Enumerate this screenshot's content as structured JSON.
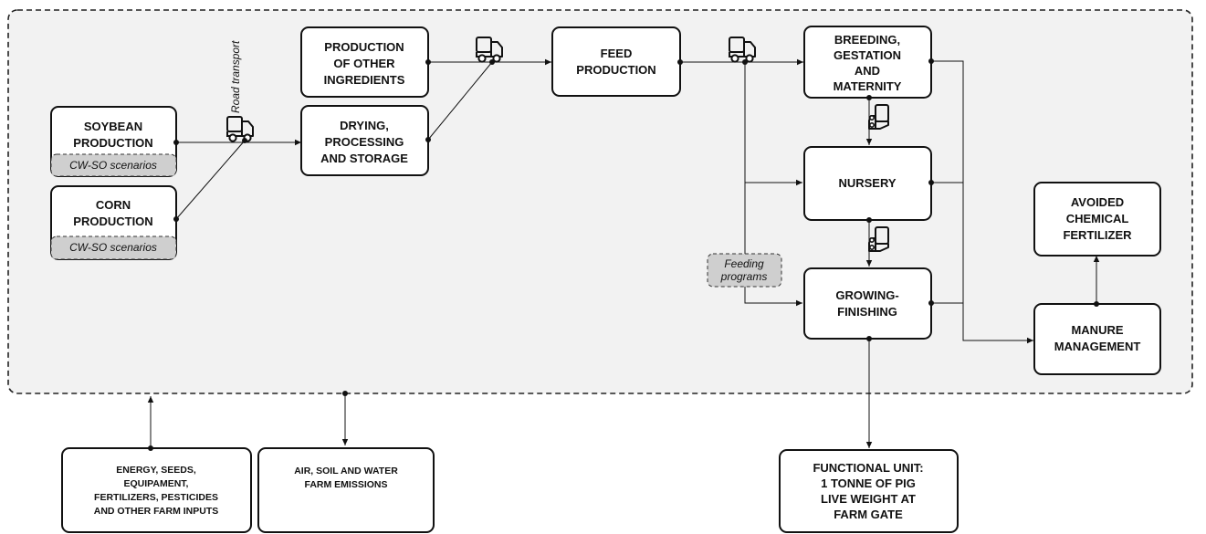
{
  "boxes": {
    "soybean": "SOYBEAN PRODUCTION",
    "soybean_scenario": "CW-SO scenarios",
    "corn": "CORN PRODUCTION",
    "corn_scenario": "CW-SO scenarios",
    "other_ingredients": "PRODUCTION OF OTHER INGREDIENTS",
    "drying": "DRYING, PROCESSING AND STORAGE",
    "feed": "FEED PRODUCTION",
    "breeding": "BREEDING, GESTATION AND MATERNITY",
    "nursery": "NURSERY",
    "growing": "GROWING-FINISHING",
    "avoided": "AVOIDED CHEMICAL FERTILIZER",
    "manure": "MANURE MANAGEMENT",
    "feeding_programs": "Feeding programs",
    "inputs": "ENERGY, SEEDS, EQUIPAMENT, FERTILIZERS, PESTICIDES AND OTHER FARM INPUTS",
    "emissions": "AIR, SOIL AND WATER FARM EMISSIONS",
    "functional_unit": "FUNCTIONAL UNIT: 1 TONNE OF PIG LIVE WEIGHT AT FARM GATE"
  },
  "labels": {
    "road_transport": "Road transport"
  },
  "icons": [
    "truck-icon",
    "truck-icon",
    "truck-icon",
    "truck-icon",
    "pig-transport-icon",
    "pig-transport-icon"
  ]
}
